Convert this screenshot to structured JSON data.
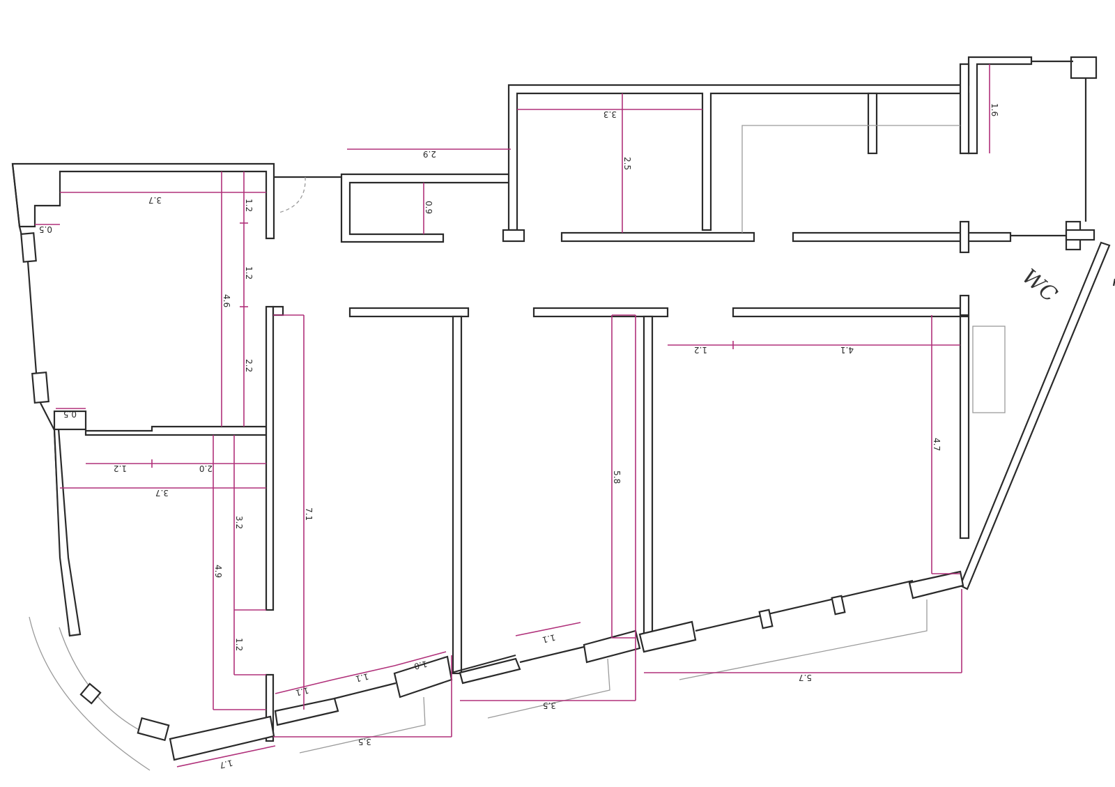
{
  "room_label": "WC",
  "dimensions": [
    {
      "label": "3.7"
    },
    {
      "label": "0.5"
    },
    {
      "label": "1.2"
    },
    {
      "label": "1.2"
    },
    {
      "label": "4.6"
    },
    {
      "label": "2.2"
    },
    {
      "label": "0.5"
    },
    {
      "label": "1.2"
    },
    {
      "label": "2.0"
    },
    {
      "label": "3.7"
    },
    {
      "label": "3.2"
    },
    {
      "label": "4.9"
    },
    {
      "label": "1.2"
    },
    {
      "label": "7.1"
    },
    {
      "label": "1.7"
    },
    {
      "label": "1.1"
    },
    {
      "label": "1.1"
    },
    {
      "label": "1.0"
    },
    {
      "label": "3.5"
    },
    {
      "label": "2.9"
    },
    {
      "label": "0.9"
    },
    {
      "label": "3.3"
    },
    {
      "label": "2.5"
    },
    {
      "label": "1.6"
    },
    {
      "label": "5.8"
    },
    {
      "label": "1.1"
    },
    {
      "label": "3.5"
    },
    {
      "label": "1.2"
    },
    {
      "label": "4.1"
    },
    {
      "label": "4.7"
    },
    {
      "label": "5.7"
    }
  ]
}
